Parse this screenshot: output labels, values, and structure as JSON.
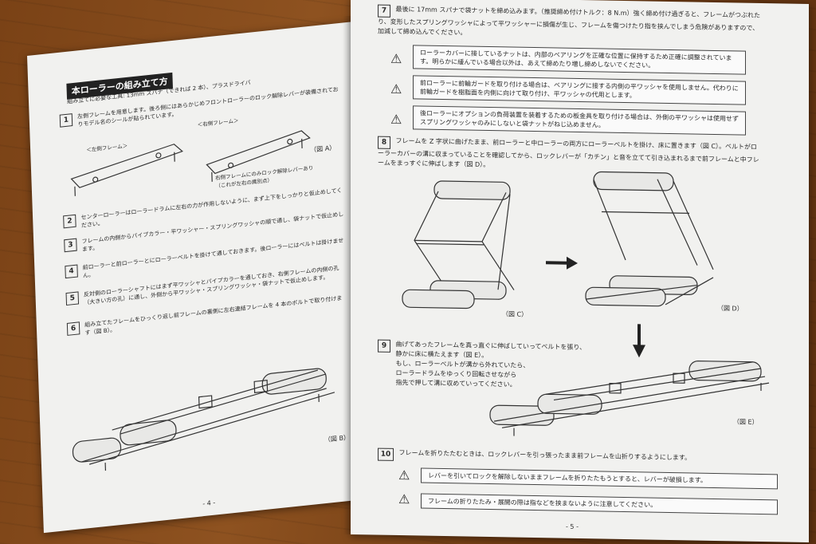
{
  "left_page": {
    "section_title": "本ローラーの組み立て方",
    "tools_label": "組み立てに必要な工具:  13mm スパナ（できれば 2 本）、プラスドライバ",
    "page_number": "- 4 -",
    "steps": [
      {
        "num": "1",
        "text": "左側フレームを用意します。後ろ側にはあらかじめフロントローラーのロック解除レバーが装備されておりモデル名のシールが貼られています。"
      },
      {
        "num": "2",
        "text": "センターローラーはローラードラムに左右の力が作用しないように、まず上下をしっかりと仮止めしてください。"
      },
      {
        "num": "3",
        "text": "フレームの内側からパイプカラー・平ワッシャー・スプリングワッシャの順で通し、袋ナットで仮止めします。"
      },
      {
        "num": "4",
        "text": "前ローラーと前ローラーとにローラーベルトを掛けて通しておきます。後ローラーにはベルトは掛けません。"
      },
      {
        "num": "5",
        "text": "反対側のローラーシャフトにはまず平ワッシャとパイプカラーを通しておき、右側フレームの内側の孔（大きい方の孔）に通し、外側から平ワッシャ・スプリングワッシャ・袋ナットで仮止めします。"
      },
      {
        "num": "6",
        "text": "組み立てたフレームをひっくり返し前フレームの裏側に左右連結フレームを 4 本のボルトで取り付けます（図 B）。"
      }
    ],
    "fig_a_label": "（図 A）",
    "fig_a_right_frame": "＜右側フレーム＞",
    "fig_a_left_frame": "＜左側フレーム＞",
    "fig_a_callout": "右側フレームにのみロック解除レバーあり（これが左右の識別点）",
    "fig_b_label": "（図 B）"
  },
  "right_page": {
    "page_number": "- 5 -",
    "step7": {
      "num": "7",
      "text": "最後に 17mm スパナで袋ナットを締め込みます。（推奨締め付けトルク：8 N.m）強く締め付け過ぎると、フレームがつぶれたり、変形したスプリングワッシャによって平ワッシャーに損傷が生じ、フレームを傷つけたり指を挟んでしまう危険がありますので、加減して締め込んでください。"
    },
    "warnings_top": [
      "ローラーカバーに接しているナットは、内部のベアリングを正確な位置に保持するため正確に調整されています。明らかに緩んでいる場合以外は、あえて締めたり増し締めしないでください。",
      "前ローラーに前輪ガードを取り付ける場合は、ベアリングに接する内側の平ワッシャを使用しません。代わりに前輪ガードを樹脂面を内側に向けて取り付け、平ワッシャの代用とします。",
      "後ローラーにオプションの負荷装置を装着するための板金具を取り付ける場合は、外側の平ワッシャは使用せずスプリングワッシャのみにしないと袋ナットがねじ込めません。"
    ],
    "step8": {
      "num": "8",
      "text": "フレームを Z 字状に曲げたまま、前ローラーと中ローラーの両方にローラーベルトを掛け、床に置きます（図 C）。ベルトがローラーカバーの溝に収まっていることを確認してから、ロックレバーが「カチン」と音を立てて引き込まれるまで前フレームと中フレームをまっすぐに伸ばします（図 D）。"
    },
    "fig_c_label": "（図 C）",
    "fig_d_label": "（図 D）",
    "step9": {
      "num": "9",
      "lines": [
        "曲げてあったフレームを真っ直ぐに伸ばしていってベルトを張り、",
        "静かに床に横たえます（図 E）。",
        "もし、ローラーベルトが溝から外れていたら、",
        "ローラードラムをゆっくり回転させながら",
        "指先で押して溝に収めていってください。"
      ]
    },
    "fig_e_label": "（図 E）",
    "step10": {
      "num": "10",
      "text": "フレームを折りたたむときは、ロックレバーを引っ張ったまま前フレームを山折りするようにします。"
    },
    "warnings_bottom": [
      "レバーを引いてロックを解除しないままフレームを折りたたもうとすると、レバーが破損します。",
      "フレームの折りたたみ・展開の際は指などを挟まないように注意してください。"
    ]
  },
  "colors": {
    "paper": "#f1f1ef",
    "ink": "#2a2a2a",
    "floor": "#8e5220"
  },
  "icons": {
    "warning": "warning-triangle-icon",
    "arrow": "arrow-icon"
  }
}
